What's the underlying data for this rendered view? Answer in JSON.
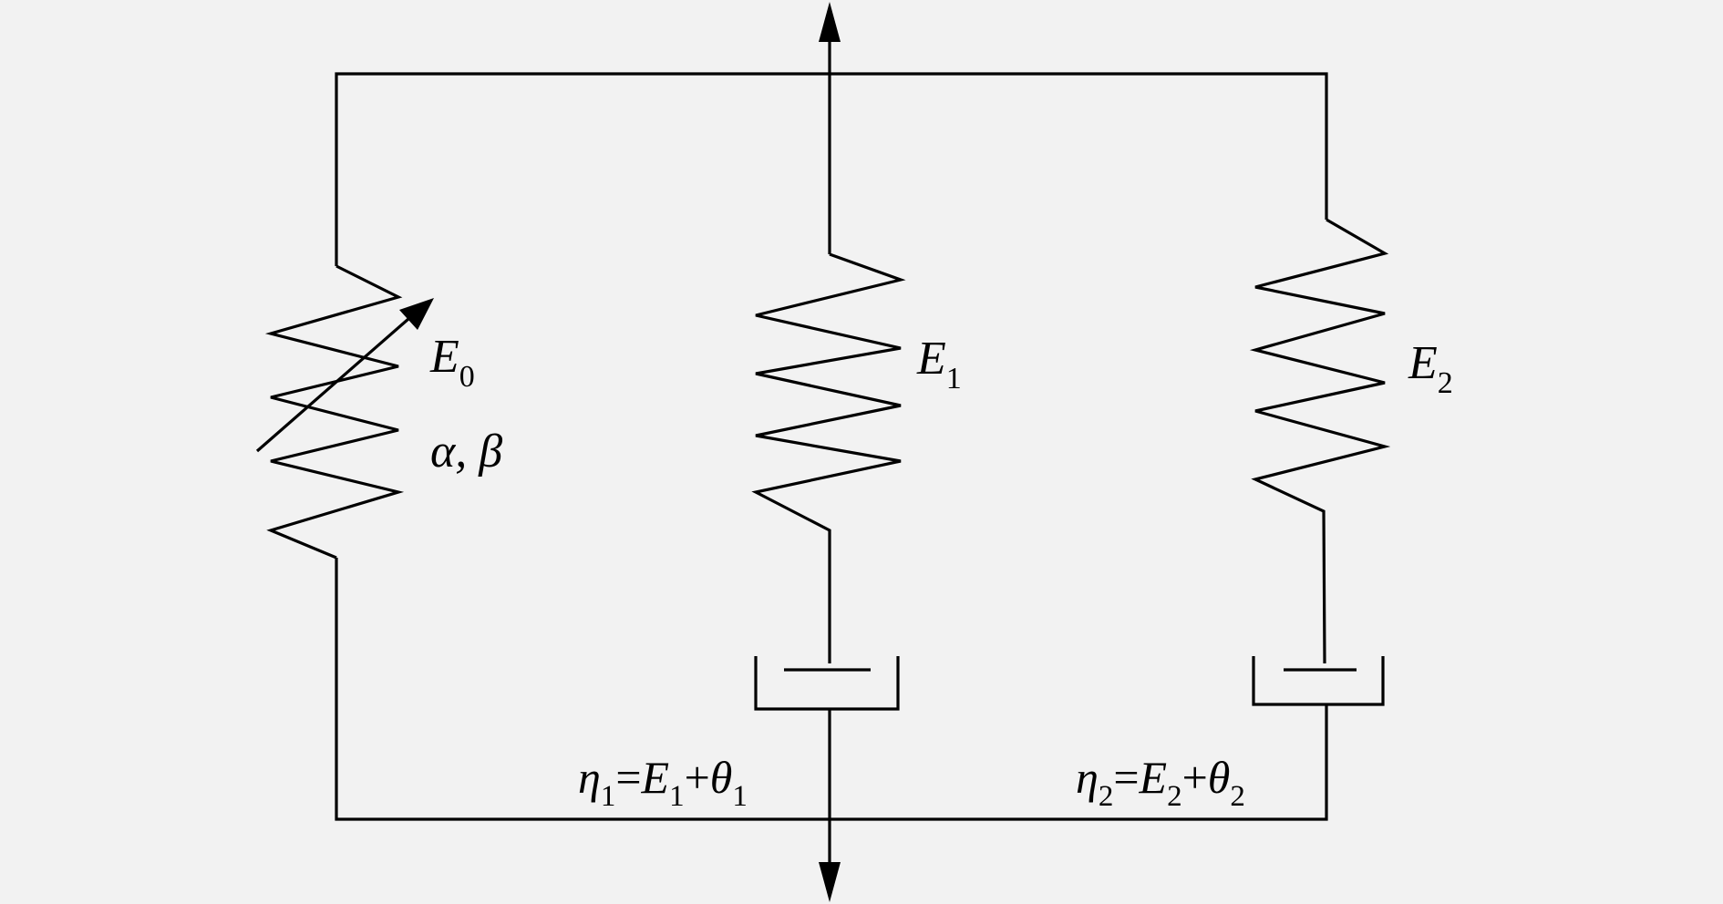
{
  "diagram": {
    "background": "#f2f2f2",
    "line_color": "#000000",
    "elements": {
      "spring_e0": {
        "symbol": "E",
        "subscript": "0",
        "params": "α, β",
        "variable": true
      },
      "spring_e1": {
        "symbol": "E",
        "subscript": "1"
      },
      "spring_e2": {
        "symbol": "E",
        "subscript": "2"
      },
      "dashpot_1": {
        "eta": "η",
        "eta_sub": "1",
        "equals": "=",
        "e": "E",
        "e_sub": "1",
        "plus": "+",
        "theta": "θ",
        "theta_sub": "1"
      },
      "dashpot_2": {
        "eta": "η",
        "eta_sub": "2",
        "equals": "=",
        "e": "E",
        "e_sub": "2",
        "plus": "+",
        "theta": "θ",
        "theta_sub": "2"
      }
    },
    "load_arrows": [
      "arrow-up",
      "arrow-down"
    ]
  }
}
